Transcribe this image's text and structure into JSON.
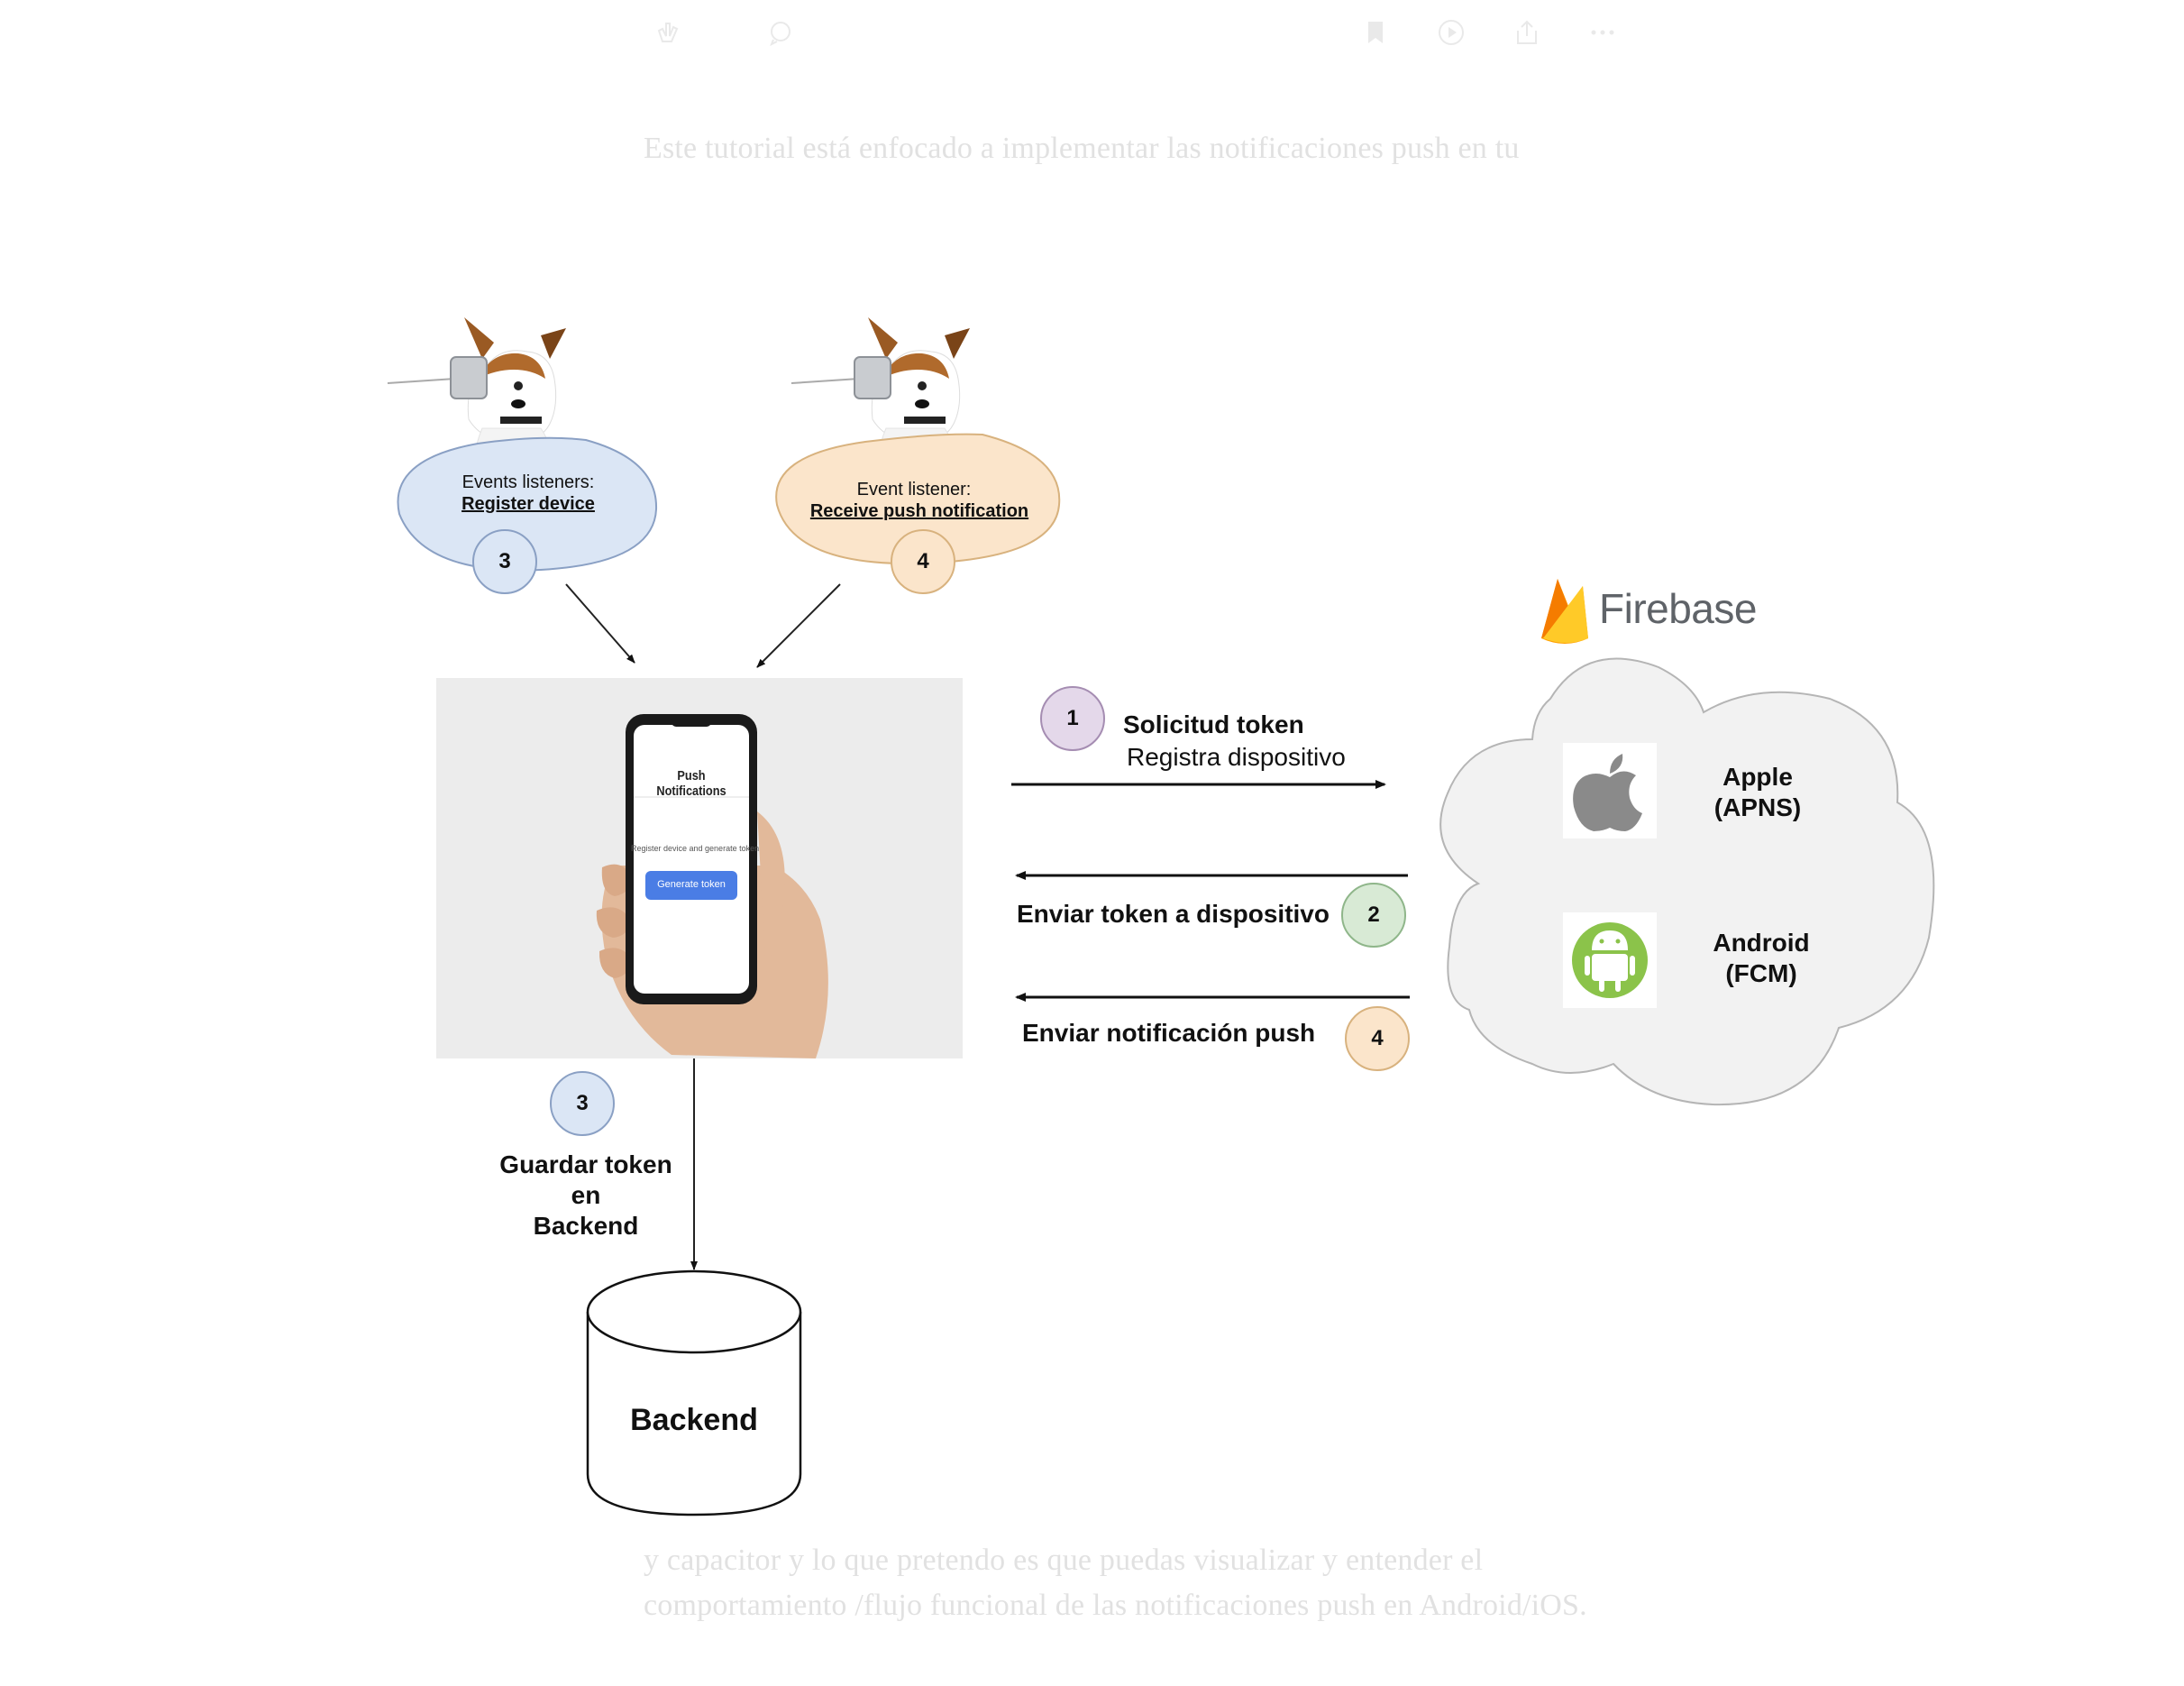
{
  "article": {
    "intro_text": "Este tutorial está enfocado a implementar las notificaciones push en tu",
    "outro_line1": "y capacitor y lo que pretendo es que puedas visualizar y entender el",
    "outro_line2": "comportamiento /flujo funcional de las notificaciones push en Android/iOS."
  },
  "toolbar": {
    "icons": [
      "clap-icon",
      "comment-icon",
      "bookmark-icon",
      "play-icon",
      "share-icon",
      "more-icon"
    ]
  },
  "listeners": [
    {
      "title": "Events listeners:",
      "link": "Register device",
      "step": "3",
      "color": "#dbe6f5"
    },
    {
      "title": "Event listener:",
      "link": "Receive push notification",
      "step": "4",
      "color": "#fbe5cb"
    }
  ],
  "app_screen": {
    "title": "Push Notifications",
    "subtitle": "Register device and generate token",
    "button": "Generate token"
  },
  "flows": [
    {
      "title": "Solicitud token",
      "subtitle": "Registra dispositivo",
      "step": "1",
      "color": "#e4d8ea"
    },
    {
      "title": "Enviar token a dispositivo",
      "step": "2",
      "color": "#d8ead5"
    },
    {
      "title": "Enviar notificación push",
      "step": "4",
      "color": "#fbe5cb"
    }
  ],
  "firebase": {
    "logo_text": "Firebase",
    "services": [
      {
        "line1": "Apple",
        "line2": "(APNS)",
        "icon": "apple-icon"
      },
      {
        "line1": "Android",
        "line2": "(FCM)",
        "icon": "android-icon"
      }
    ]
  },
  "save_step": {
    "step": "3",
    "line1": "Guardar token",
    "line2": "en",
    "line3": "Backend",
    "color": "#dbe6f5"
  },
  "backend": {
    "label": "Backend"
  }
}
